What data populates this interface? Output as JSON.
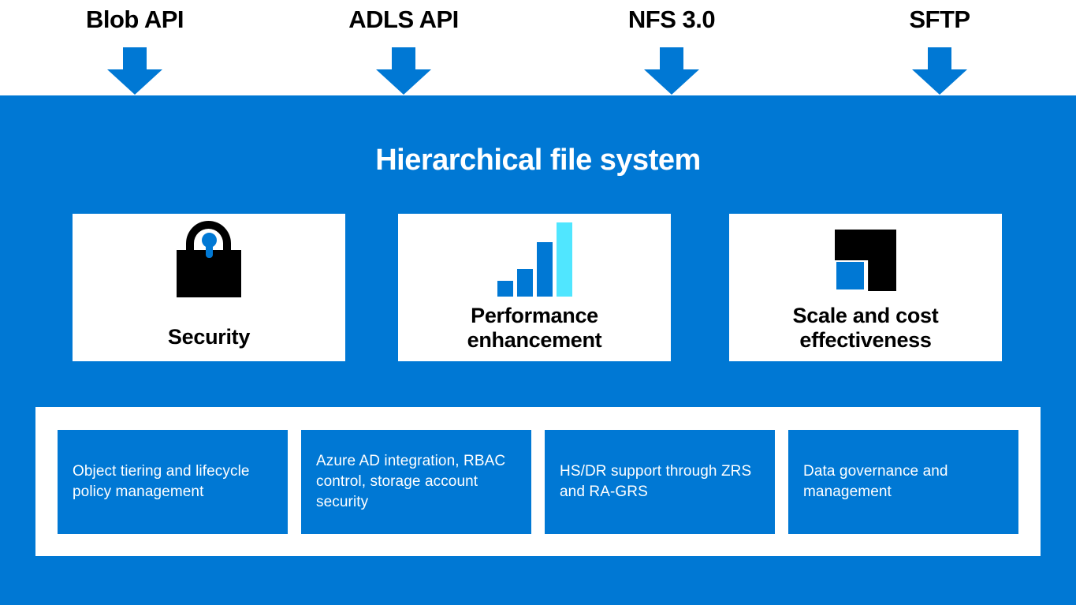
{
  "colors": {
    "azure_blue": "#0078D4",
    "cyan_accent": "#50E6FF",
    "icon_black": "#000000",
    "card_white": "#FFFFFF"
  },
  "apis": [
    {
      "label": "Blob API"
    },
    {
      "label": "ADLS API"
    },
    {
      "label": "NFS 3.0"
    },
    {
      "label": "SFTP"
    }
  ],
  "panel": {
    "title": "Hierarchical file system"
  },
  "cards": [
    {
      "icon": "lock-icon",
      "label": "Security"
    },
    {
      "icon": "bar-chart-icon",
      "label": "Performance enhancement"
    },
    {
      "icon": "scale-cost-icon",
      "label": "Scale and cost effectiveness"
    }
  ],
  "features": [
    {
      "text": "Object tiering and lifecycle policy management"
    },
    {
      "text": "Azure AD integration, RBAC control, storage account security"
    },
    {
      "text": "HS/DR support through ZRS and RA-GRS"
    },
    {
      "text": "Data governance and management"
    }
  ]
}
